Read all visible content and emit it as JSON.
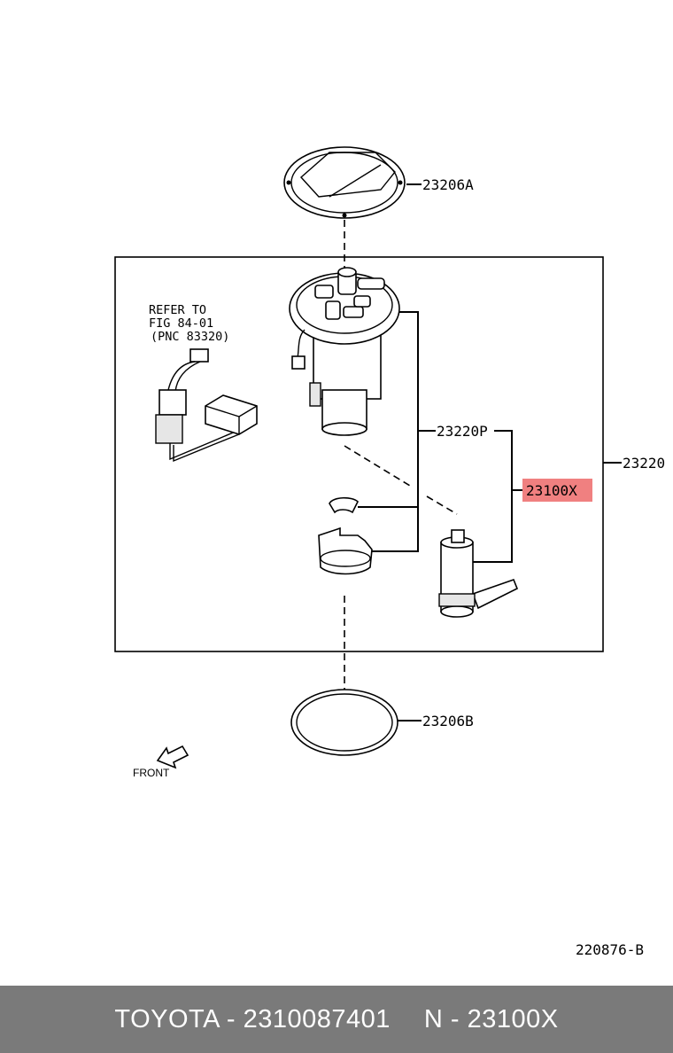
{
  "diagram": {
    "labels": {
      "cover": "23206A",
      "gasket": "23206B",
      "assembly": "23220",
      "subassembly": "23220P",
      "fuel_pump": "23100X"
    },
    "refer_note": {
      "line1": "REFER TO",
      "line2": "FIG 84-01",
      "line3": "(PNC 83320)"
    },
    "front_label": "FRONT",
    "figure_id": "220876-B",
    "highlight_color": "#f08080"
  },
  "footer": {
    "brand_part": "TOYOTA - 2310087401",
    "code": "N - 23100X",
    "background": "#7a7a7a"
  }
}
